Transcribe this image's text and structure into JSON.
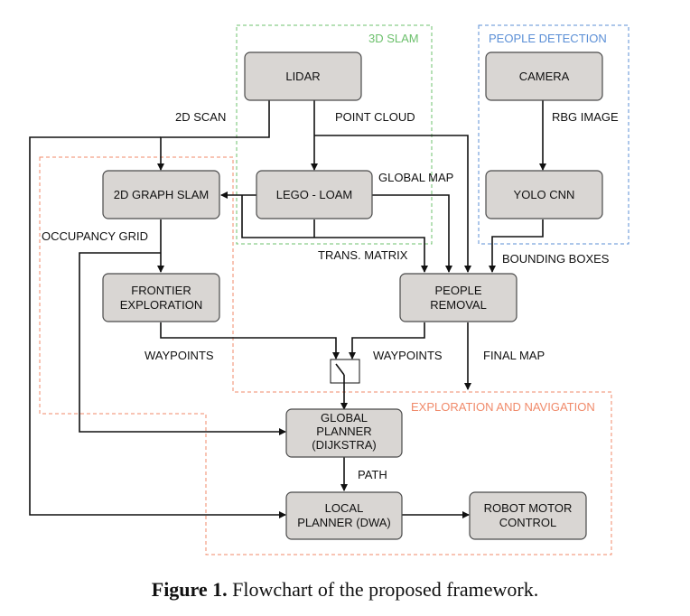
{
  "groups": {
    "slam": {
      "label": "3D SLAM",
      "color": "#6cc06c"
    },
    "people": {
      "label": "PEOPLE DETECTION",
      "color": "#5b8fd6"
    },
    "exploration": {
      "label": "EXPLORATION AND NAVIGATION",
      "color": "#f08a6a"
    }
  },
  "nodes": {
    "lidar": {
      "lines": [
        "LIDAR"
      ]
    },
    "camera": {
      "lines": [
        "CAMERA"
      ]
    },
    "graph_slam": {
      "lines": [
        "2D GRAPH SLAM"
      ]
    },
    "lego_loam": {
      "lines": [
        "LEGO - LOAM"
      ]
    },
    "yolo": {
      "lines": [
        "YOLO CNN"
      ]
    },
    "frontier": {
      "lines": [
        "FRONTIER",
        "EXPLORATION"
      ]
    },
    "people_removal": {
      "lines": [
        "PEOPLE",
        "REMOVAL"
      ]
    },
    "global_planner": {
      "lines": [
        "GLOBAL",
        "PLANNER",
        "(DIJKSTRA)"
      ]
    },
    "local_planner": {
      "lines": [
        "LOCAL",
        "PLANNER (DWA)"
      ]
    },
    "robot_motor": {
      "lines": [
        "ROBOT MOTOR",
        "CONTROL"
      ]
    }
  },
  "edge_labels": {
    "scan_2d": "2D SCAN",
    "point_cloud": "POINT CLOUD",
    "rbg_image": "RBG IMAGE",
    "global_map": "GLOBAL MAP",
    "occupancy_grid": "OCCUPANCY GRID",
    "trans_matrix": "TRANS. MATRIX",
    "bounding_boxes": "BOUNDING BOXES",
    "waypoints_left": "WAYPOINTS",
    "waypoints_right": "WAYPOINTS",
    "final_map": "FINAL MAP",
    "path": "PATH"
  },
  "caption": {
    "prefix": "Figure 1.",
    "text": " Flowchart of the proposed framework."
  }
}
